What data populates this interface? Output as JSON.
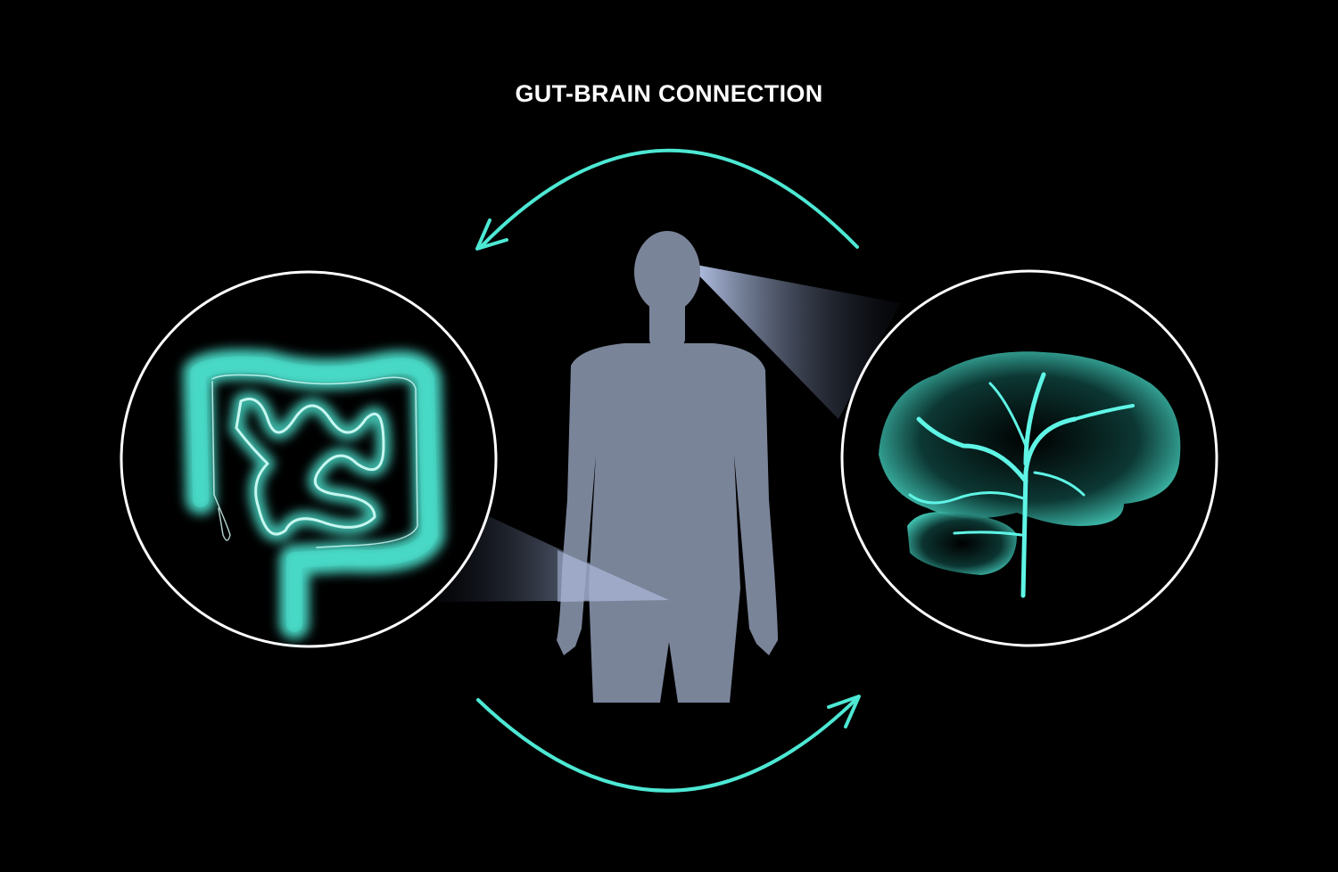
{
  "title": "GUT-BRAIN CONNECTION",
  "colors": {
    "background": "#000000",
    "accent_teal": "#4de8d4",
    "body_silhouette": "#7a8499",
    "circle_outline": "#ffffff",
    "light_beam": "#b8ccff"
  },
  "elements": {
    "left_circle": "intestines-illustration",
    "right_circle": "brain-illustration",
    "center": "human-body-silhouette",
    "top_arrow": "arrow-brain-to-gut",
    "bottom_arrow": "arrow-gut-to-brain"
  }
}
